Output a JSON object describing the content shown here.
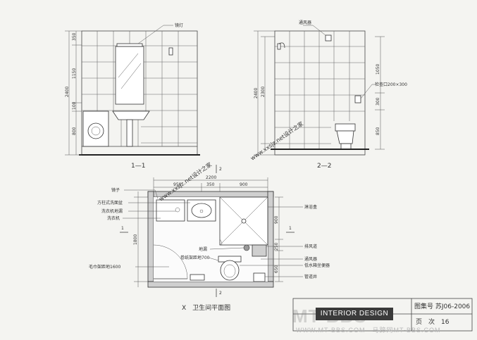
{
  "elevation_1": {
    "title": "1—1",
    "label_lamp": "镜灯",
    "dims_vertical": [
      "350",
      "1150",
      "100",
      "800"
    ],
    "dim_total": "2400"
  },
  "elevation_2": {
    "title": "2—2",
    "label_fan": "通风器",
    "label_access": "检查口200×300",
    "dims_vertical": [
      "1050",
      "300",
      "850"
    ],
    "dim_total_1": "2400",
    "dim_total_2": "2300"
  },
  "plan": {
    "title": "X　卫生间平面图",
    "section_mark": "2",
    "section_mark_left": "1",
    "section_mark_right": "1",
    "dim_top_total": "2200",
    "dims_top": [
      "950",
      "350",
      "900"
    ],
    "dim_left": "1800",
    "dims_right": [
      "900",
      "250",
      "650"
    ],
    "labels_left": [
      "镜子",
      "方柱式洗面盆",
      "洗衣机地漏",
      "洗衣机",
      "毛巾架距地1600"
    ],
    "label_shower": "淋浴盒",
    "label_drain": "地漏",
    "label_paper": "卷纸架距地700",
    "labels_right": [
      "排风道",
      "通风器",
      "低水箱坐便器",
      "管道井"
    ]
  },
  "title_block": {
    "drawing_no": "图集号 苏J06-2006",
    "page": "页　次　16"
  },
  "watermark": {
    "banner": "INTERIOR DESIGN",
    "logo": "MT-BBS",
    "site": "WWW.MT-BBS.COM　马蹄网MT-BBS.COM",
    "diagonal_1": "www.xxsjz.net设计之家",
    "diagonal_2": "www.xxsjz.net设计之家"
  }
}
